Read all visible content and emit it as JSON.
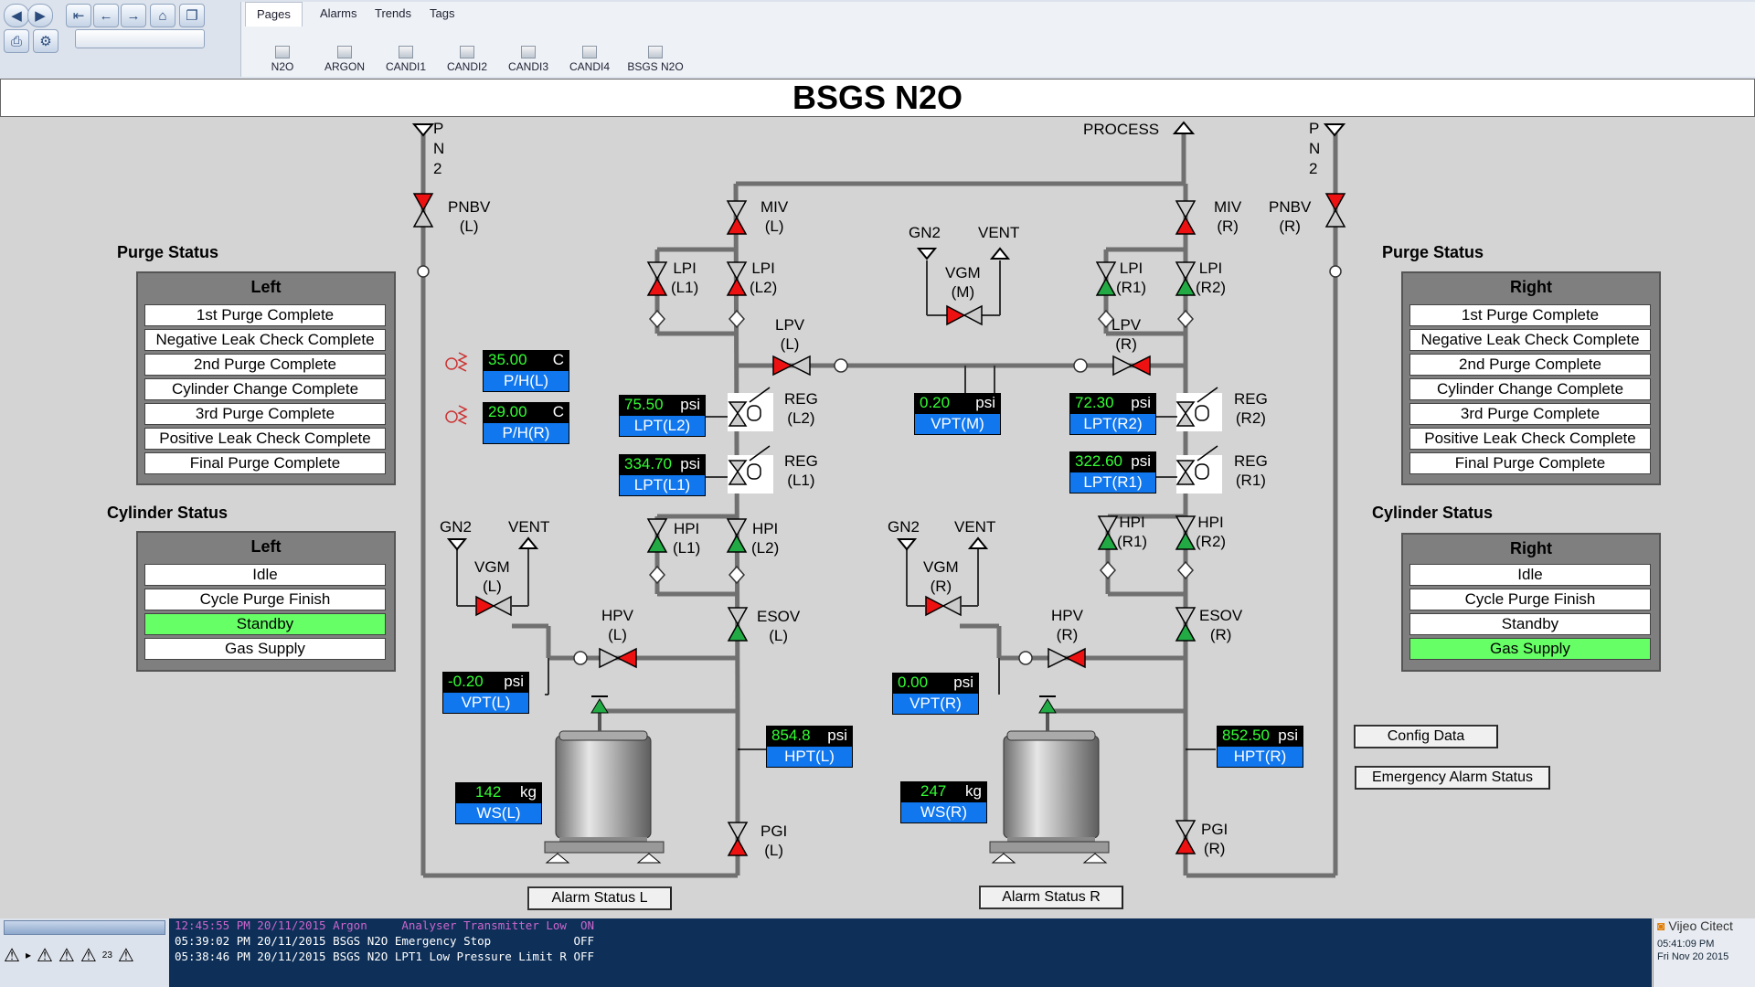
{
  "toolbar": {
    "tabs": [
      "Pages",
      "Alarms",
      "Trends",
      "Tags"
    ],
    "pages": [
      "N2O",
      "ARGON",
      "CANDI1",
      "CANDI2",
      "CANDI3",
      "CANDI4",
      "BSGS N2O"
    ]
  },
  "title": "BSGS N2O",
  "purge_left": {
    "section": "Purge Status",
    "header": "Left",
    "rows": [
      "1st Purge Complete",
      "Negative Leak Check Complete",
      "2nd Purge Complete",
      "Cylinder Change Complete",
      "3rd Purge Complete",
      "Positive Leak Check Complete",
      "Final Purge Complete"
    ]
  },
  "purge_right": {
    "section": "Purge Status",
    "header": "Right",
    "rows": [
      "1st Purge Complete",
      "Negative Leak Check Complete",
      "2nd Purge Complete",
      "Cylinder Change Complete",
      "3rd Purge Complete",
      "Positive Leak Check Complete",
      "Final Purge Complete"
    ]
  },
  "cyl_left": {
    "section": "Cylinder Status",
    "header": "Left",
    "rows": [
      "Idle",
      "Cycle Purge Finish",
      "Standby",
      "Gas Supply"
    ],
    "active": "Standby"
  },
  "cyl_right": {
    "section": "Cylinder Status",
    "header": "Right",
    "rows": [
      "Idle",
      "Cycle Purge Finish",
      "Standby",
      "Gas Supply"
    ],
    "active": "Gas Supply"
  },
  "readouts": {
    "ph_l": {
      "value": "35.00",
      "unit": "C",
      "label": "P/H(L)"
    },
    "ph_r": {
      "value": "29.00",
      "unit": "C",
      "label": "P/H(R)"
    },
    "lpt_l2": {
      "value": "75.50",
      "unit": "psi",
      "label": "LPT(L2)"
    },
    "lpt_l1": {
      "value": "334.70",
      "unit": "psi",
      "label": "LPT(L1)"
    },
    "vpt_m": {
      "value": "0.20",
      "unit": "psi",
      "label": "VPT(M)"
    },
    "lpt_r2": {
      "value": "72.30",
      "unit": "psi",
      "label": "LPT(R2)"
    },
    "lpt_r1": {
      "value": "322.60",
      "unit": "psi",
      "label": "LPT(R1)"
    },
    "vpt_l": {
      "value": "-0.20",
      "unit": "psi",
      "label": "VPT(L)"
    },
    "vpt_r": {
      "value": "0.00",
      "unit": "psi",
      "label": "VPT(R)"
    },
    "hpt_l": {
      "value": "854.8",
      "unit": "psi",
      "label": "HPT(L)"
    },
    "hpt_r": {
      "value": "852.50",
      "unit": "psi",
      "label": "HPT(R)"
    },
    "ws_l": {
      "value": "142",
      "unit": "kg",
      "label": "WS(L)"
    },
    "ws_r": {
      "value": "247",
      "unit": "kg",
      "label": "WS(R)"
    }
  },
  "labels": {
    "pn2_l": "P\nN\n2",
    "pn2_r": "P\nN\n2",
    "process": "PROCESS",
    "pnbv_l": "PNBV\n(L)",
    "pnbv_r": "PNBV\n(R)",
    "miv_l": "MIV\n(L)",
    "miv_r": "MIV\n(R)",
    "lpi_l1": "LPI\n(L1)",
    "lpi_l2": "LPI\n(L2)",
    "lpi_r1": "LPI\n(R1)",
    "lpi_r2": "LPI\n(R2)",
    "gn2_m": "GN2",
    "vent_m": "VENT",
    "vgm_m": "VGM\n(M)",
    "lpv_l": "LPV\n(L)",
    "lpv_r": "LPV\n(R)",
    "reg_l2": "REG\n(L2)",
    "reg_l1": "REG\n(L1)",
    "reg_r2": "REG\n(R2)",
    "reg_r1": "REG\n(R1)",
    "hpi_l1": "HPI\n(L1)",
    "hpi_l2": "HPI\n(L2)",
    "hpi_r1": "HPI\n(R1)",
    "hpi_r2": "HPI\n(R2)",
    "gn2_l": "GN2",
    "vent_l": "VENT",
    "vgm_l": "VGM\n(L)",
    "gn2_r": "GN2",
    "vent_r": "VENT",
    "vgm_r": "VGM\n(R)",
    "hpv_l": "HPV\n(L)",
    "hpv_r": "HPV\n(R)",
    "esov_l": "ESOV\n(L)",
    "esov_r": "ESOV\n(R)",
    "pgi_l": "PGI\n(L)",
    "pgi_r": "PGI\n(R)"
  },
  "buttons": {
    "config": "Config Data",
    "emergency": "Emergency Alarm Status",
    "alarm_l": "Alarm Status L",
    "alarm_r": "Alarm Status R"
  },
  "alarms": [
    {
      "text": "12:45:55 PM 20/11/2015 Argon     Analyser Transmitter Low  ON",
      "color": "#cc66cc"
    },
    {
      "text": "05:39:02 PM 20/11/2015 BSGS N2O Emergency Stop            OFF",
      "color": "#ffffff"
    },
    {
      "text": "05:38:46 PM 20/11/2015 BSGS N2O LPT1 Low Pressure Limit R OFF",
      "color": "#ffffff"
    }
  ],
  "brand": {
    "name": "Vijeo Citect",
    "time": "05:41:09 PM",
    "date": "Fri Nov 20 2015"
  },
  "status_badge": "23",
  "colors": {
    "valve_open": "#22aa44",
    "valve_closed": "#ee1111",
    "active_row": "#66ff66",
    "readout_label": "#1177ee"
  }
}
